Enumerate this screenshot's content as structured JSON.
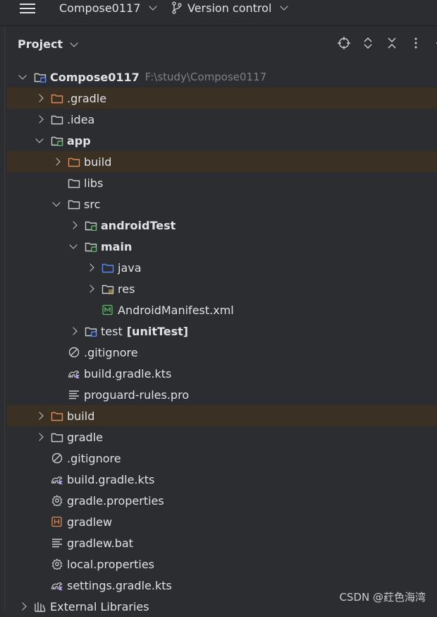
{
  "topbar": {
    "project_name": "Compose0117",
    "vcs_label": "Version control"
  },
  "panel": {
    "title": "Project"
  },
  "colors": {
    "folder": "#c9ccd1",
    "excluded_folder": "#e08855",
    "excluded_row": "#3b3024",
    "module_badge": "#5fb865",
    "test_badge": "#548af7",
    "source_folder": "#548af7",
    "gradle_badge": "#b99bf8",
    "manifest": "#5fb865",
    "shell": "#e08855"
  },
  "tree": [
    {
      "label": "Compose0117",
      "path": "F:\\study\\Compose0117",
      "level": 0,
      "arrow": "down",
      "icon": "folder-module-blue",
      "bold": true
    },
    {
      "label": ".gradle",
      "level": 1,
      "arrow": "right",
      "icon": "folder-excluded",
      "excluded": true
    },
    {
      "label": ".idea",
      "level": 1,
      "arrow": "right",
      "icon": "folder"
    },
    {
      "label": "app",
      "level": 1,
      "arrow": "down",
      "icon": "folder-module-green",
      "bold": true
    },
    {
      "label": "build",
      "level": 2,
      "arrow": "right",
      "icon": "folder-excluded",
      "excluded": true
    },
    {
      "label": "libs",
      "level": 2,
      "arrow": "none",
      "icon": "folder"
    },
    {
      "label": "src",
      "level": 2,
      "arrow": "down",
      "icon": "folder"
    },
    {
      "label": "androidTest",
      "level": 3,
      "arrow": "right",
      "icon": "folder-module-green",
      "bold": true
    },
    {
      "label": "main",
      "level": 3,
      "arrow": "down",
      "icon": "folder-module-green",
      "bold": true
    },
    {
      "label": "java",
      "level": 4,
      "arrow": "right",
      "icon": "folder-source"
    },
    {
      "label": "res",
      "level": 4,
      "arrow": "right",
      "icon": "folder-resources"
    },
    {
      "label": "AndroidManifest.xml",
      "level": 4,
      "arrow": "none",
      "icon": "manifest"
    },
    {
      "label": "test",
      "extra": "[unitTest]",
      "level": 3,
      "arrow": "right",
      "icon": "folder-module-blue"
    },
    {
      "label": ".gitignore",
      "level": 2,
      "arrow": "none",
      "icon": "ignore"
    },
    {
      "label": "build.gradle.kts",
      "level": 2,
      "arrow": "none",
      "icon": "gradle-kts"
    },
    {
      "label": "proguard-rules.pro",
      "level": 2,
      "arrow": "none",
      "icon": "text"
    },
    {
      "label": "build",
      "level": 1,
      "arrow": "right",
      "icon": "folder-excluded",
      "excluded": true
    },
    {
      "label": "gradle",
      "level": 1,
      "arrow": "right",
      "icon": "folder"
    },
    {
      "label": ".gitignore",
      "level": 1,
      "arrow": "none",
      "icon": "ignore"
    },
    {
      "label": "build.gradle.kts",
      "level": 1,
      "arrow": "none",
      "icon": "gradle-kts"
    },
    {
      "label": "gradle.properties",
      "level": 1,
      "arrow": "none",
      "icon": "gear"
    },
    {
      "label": "gradlew",
      "level": 1,
      "arrow": "none",
      "icon": "shell"
    },
    {
      "label": "gradlew.bat",
      "level": 1,
      "arrow": "none",
      "icon": "text"
    },
    {
      "label": "local.properties",
      "level": 1,
      "arrow": "none",
      "icon": "gear"
    },
    {
      "label": "settings.gradle.kts",
      "level": 1,
      "arrow": "none",
      "icon": "gradle-kts"
    },
    {
      "label": "External Libraries",
      "level": 0,
      "arrow": "right",
      "icon": "libraries"
    }
  ],
  "watermark": "CSDN @荭色海湾"
}
